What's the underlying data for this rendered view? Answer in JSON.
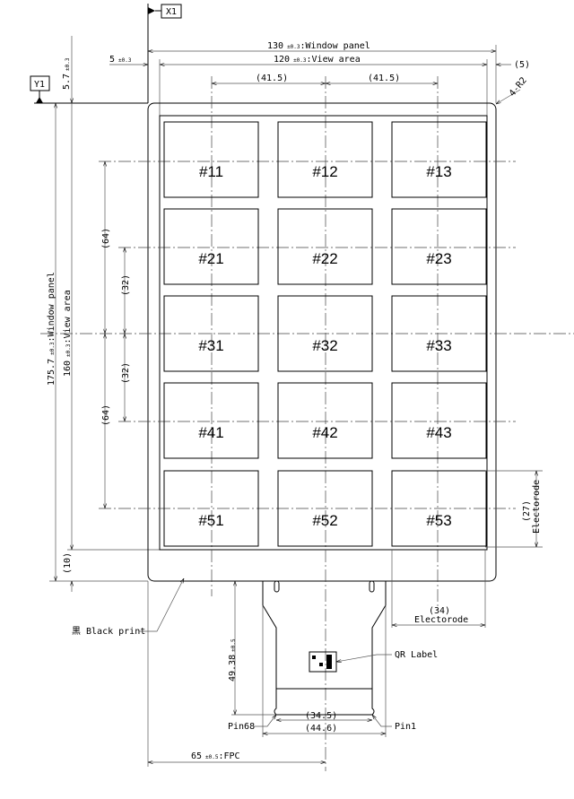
{
  "datums": {
    "x": "X1",
    "y": "Y1"
  },
  "dimensions": {
    "window_width": "130",
    "window_width_tol": "±0.3",
    "window_width_label": ":Window panel",
    "margin_left": "5",
    "margin_left_tol": "±0.3",
    "view_width": "120",
    "view_width_tol": "±0.3",
    "view_width_label": ":View area",
    "margin_right": "(5)",
    "pitch_x_1": "(41.5)",
    "pitch_x_2": "(41.5)",
    "corner_radius": "4-R2",
    "top_offset": "5.7",
    "top_offset_tol": "±0.3",
    "window_height": "175.7",
    "window_height_tol": "±0.3",
    "window_height_label": ":Window panel",
    "view_height": "160",
    "view_height_tol": "±0.3",
    "view_height_label": ":View area",
    "bottom_margin": "(10)",
    "pitch_y_64_top": "(64)",
    "pitch_y_64_bottom": "(64)",
    "pitch_y_32_top": "(32)",
    "pitch_y_32_bottom": "(32)",
    "electrode_height": "(27)",
    "electrode_height_label": "Electorode",
    "electrode_width": "(34)",
    "electrode_width_label": "Electorode",
    "fpc_length": "49.38",
    "fpc_length_tol": "±0.5",
    "fpc_inner": "(34.5)",
    "fpc_outer": "(44.6)",
    "fpc_offset": "65",
    "fpc_offset_tol": "±0.5",
    "fpc_offset_label": ":FPC"
  },
  "callouts": {
    "black_print": "黒 Black print",
    "qr_label": "QR Label",
    "pin68": "Pin68",
    "pin1": "Pin1"
  },
  "cells": [
    [
      "#11",
      "#12",
      "#13"
    ],
    [
      "#21",
      "#22",
      "#23"
    ],
    [
      "#31",
      "#32",
      "#33"
    ],
    [
      "#41",
      "#42",
      "#43"
    ],
    [
      "#51",
      "#52",
      "#53"
    ]
  ]
}
